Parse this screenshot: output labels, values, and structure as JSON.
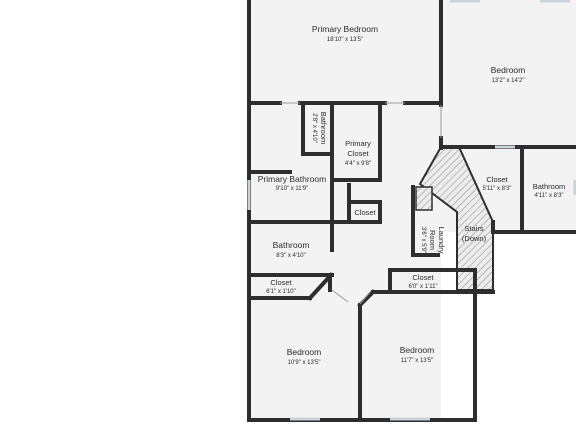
{
  "floorplan": {
    "rooms": {
      "primary_bedroom": {
        "name": "Primary Bedroom",
        "dims": "18'10\" x 13'5\""
      },
      "bedroom_ne": {
        "name": "Bedroom",
        "dims": "13'2\" x 14'2\""
      },
      "bathroom_small": {
        "name": "Bathroom",
        "dims": "2'8\" x 4'10\""
      },
      "primary_closet_1": {
        "name": "Primary",
        "dims": "4'4\" x 9'8\""
      },
      "primary_closet_2": {
        "name": "Closet"
      },
      "primary_bathroom": {
        "name": "Primary Bathroom",
        "dims": "9'10\" x 11'9\""
      },
      "closet_small": {
        "name": "Closet"
      },
      "closet_e": {
        "name": "Closet",
        "dims": "5'11\" x 8'3\""
      },
      "bathroom_e": {
        "name": "Bathroom",
        "dims": "4'11\" x 8'3\""
      },
      "bathroom_mid": {
        "name": "Bathroom",
        "dims": "8'3\" x 4'10\""
      },
      "laundry_1": {
        "name": "Laundry",
        "dims": "3'6\" x 5'9\""
      },
      "laundry_2": {
        "name": "Room"
      },
      "stairs_1": {
        "name": "Stairs"
      },
      "stairs_2": {
        "name": "(Down)"
      },
      "closet_w": {
        "name": "Closet",
        "dims": "6'1\" x 1'10\""
      },
      "closet_hall": {
        "name": "Closet",
        "dims": "6'0\" x 1'11\""
      },
      "bedroom_sw": {
        "name": "Bedroom",
        "dims": "10'9\" x 13'5\""
      },
      "bedroom_s": {
        "name": "Bedroom",
        "dims": "11'7\" x 13'5\""
      }
    },
    "colors": {
      "wall": "#2e2e2e",
      "floor": "#f3f3f3",
      "window": "#c9d3da",
      "stairs_fill": "#d9d9d9"
    }
  }
}
